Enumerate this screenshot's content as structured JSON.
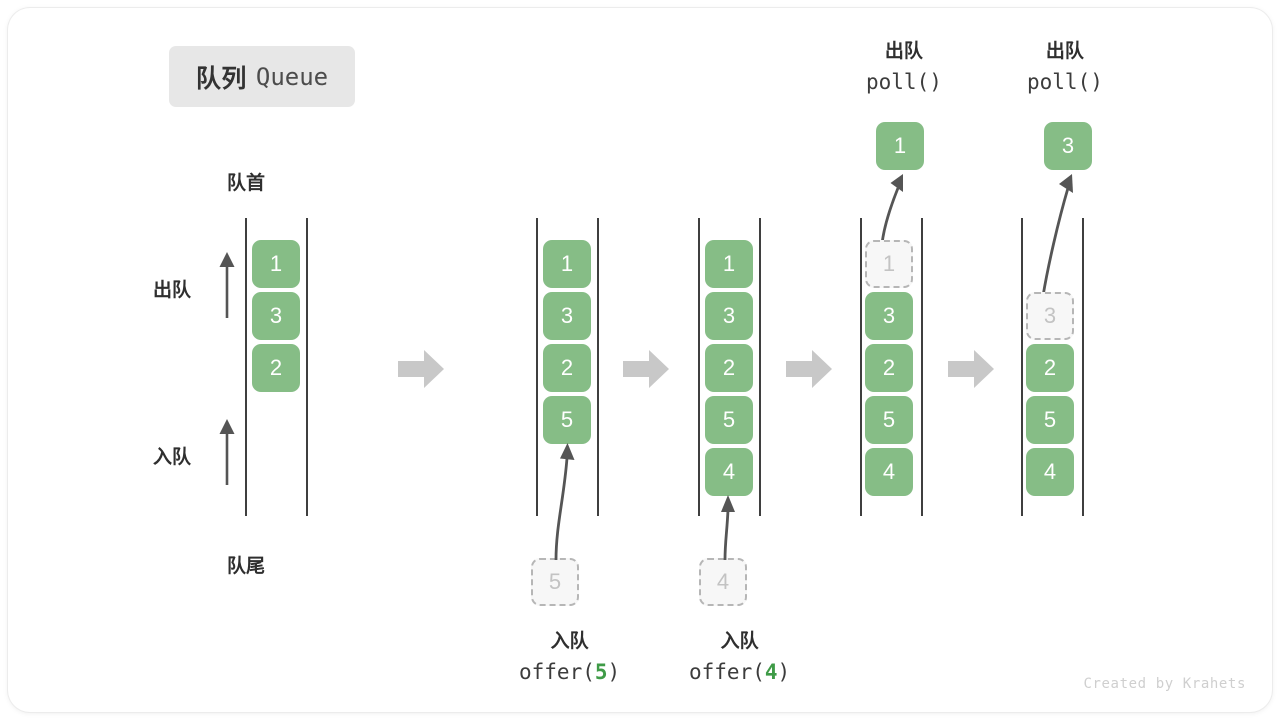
{
  "title": {
    "cn": "队列",
    "en": "Queue"
  },
  "labels": {
    "head": "队首",
    "tail": "队尾",
    "dequeue": "出队",
    "enqueue": "入队"
  },
  "watermark": "Created by Krahets",
  "colors": {
    "element": "#86bd86",
    "ghost_fill": "#f7f7f7",
    "ghost_border": "#b6b6b6",
    "ghost_text": "#c3c3c3",
    "rail": "#3f3f3f",
    "step_arrow": "#c8c8c8",
    "code_accent": "#3f9b47",
    "badge_bg": "#e7e7e7"
  },
  "side_ops": [
    {
      "name": "dequeue-direction",
      "label": "出队"
    },
    {
      "name": "enqueue-direction",
      "label": "入队"
    }
  ],
  "columns": [
    {
      "id": "col-initial",
      "caption_top": "队首",
      "caption_bottom": "队尾",
      "items": [
        {
          "value": "1",
          "state": "filled"
        },
        {
          "value": "3",
          "state": "filled"
        },
        {
          "value": "2",
          "state": "filled"
        }
      ],
      "operation": null,
      "incoming": null,
      "outgoing": null
    },
    {
      "id": "col-after-offer-5",
      "items": [
        {
          "value": "1",
          "state": "filled"
        },
        {
          "value": "3",
          "state": "filled"
        },
        {
          "value": "2",
          "state": "filled"
        },
        {
          "value": "5",
          "state": "filled"
        }
      ],
      "operation": {
        "position": "bottom",
        "cn": "入队",
        "code_prefix": "offer(",
        "code_arg": "5",
        "code_suffix": ")"
      },
      "incoming": {
        "value": "5",
        "state": "ghost"
      },
      "outgoing": null
    },
    {
      "id": "col-after-offer-4",
      "items": [
        {
          "value": "1",
          "state": "filled"
        },
        {
          "value": "3",
          "state": "filled"
        },
        {
          "value": "2",
          "state": "filled"
        },
        {
          "value": "5",
          "state": "filled"
        },
        {
          "value": "4",
          "state": "filled"
        }
      ],
      "operation": {
        "position": "bottom",
        "cn": "入队",
        "code_prefix": "offer(",
        "code_arg": "4",
        "code_suffix": ")"
      },
      "incoming": {
        "value": "4",
        "state": "ghost"
      },
      "outgoing": null
    },
    {
      "id": "col-after-poll-1",
      "items": [
        {
          "value": "1",
          "state": "ghost"
        },
        {
          "value": "3",
          "state": "filled"
        },
        {
          "value": "2",
          "state": "filled"
        },
        {
          "value": "5",
          "state": "filled"
        },
        {
          "value": "4",
          "state": "filled"
        }
      ],
      "operation": {
        "position": "top",
        "cn": "出队",
        "code_prefix": "poll(",
        "code_arg": "",
        "code_suffix": ")"
      },
      "incoming": null,
      "outgoing": {
        "value": "1",
        "state": "filled"
      }
    },
    {
      "id": "col-after-poll-3",
      "items": [
        {
          "value": "",
          "state": "empty"
        },
        {
          "value": "3",
          "state": "ghost"
        },
        {
          "value": "2",
          "state": "filled"
        },
        {
          "value": "5",
          "state": "filled"
        },
        {
          "value": "4",
          "state": "filled"
        }
      ],
      "operation": {
        "position": "top",
        "cn": "出队",
        "code_prefix": "poll(",
        "code_arg": "",
        "code_suffix": ")"
      },
      "incoming": null,
      "outgoing": {
        "value": "3",
        "state": "filled"
      }
    }
  ],
  "step_arrows": [
    {
      "name": "step-arrow-1"
    },
    {
      "name": "step-arrow-2"
    },
    {
      "name": "step-arrow-3"
    },
    {
      "name": "step-arrow-4"
    }
  ]
}
